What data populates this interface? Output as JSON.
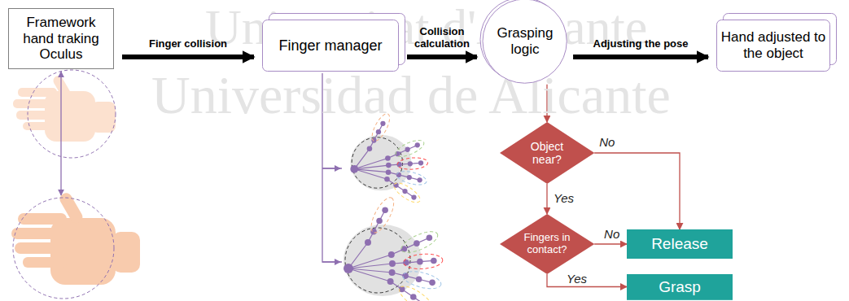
{
  "diagram": {
    "nodes": [
      {
        "text": [
          "Framework hand traking Oculus"
        ]
      },
      {
        "text": [
          "Finger manager"
        ]
      },
      {
        "text": [
          "Grasping logic"
        ]
      },
      {
        "text": [
          "Hand adjusted to the object"
        ]
      },
      {
        "text": [
          "Object near?"
        ]
      },
      {
        "text": [
          "Fingers in contact?"
        ]
      },
      {
        "text": [
          "Release"
        ]
      },
      {
        "text": [
          "Grasp"
        ]
      }
    ],
    "edges": [
      {
        "from": 0,
        "to": 1,
        "label": "Finger collision",
        "arrow": "to"
      },
      {
        "from": 1,
        "to": 2,
        "label": "Collision calculation",
        "arrow": "to"
      },
      {
        "from": 2,
        "to": 3,
        "label": "Adjusting the pose",
        "arrow": "to"
      },
      {
        "from": 2,
        "to": 4,
        "arrow": "to"
      },
      {
        "from": 4,
        "to": 6,
        "label": "No",
        "arrow": "to"
      },
      {
        "from": 4,
        "to": 5,
        "label": "Yes",
        "arrow": "to"
      },
      {
        "from": 5,
        "to": 6,
        "label": "No",
        "arrow": "to"
      },
      {
        "from": 5,
        "to": 7,
        "label": "Yes",
        "arrow": "to"
      }
    ],
    "labels": [
      "Universitat d'Alicante",
      "Universidad de Alicante"
    ]
  }
}
